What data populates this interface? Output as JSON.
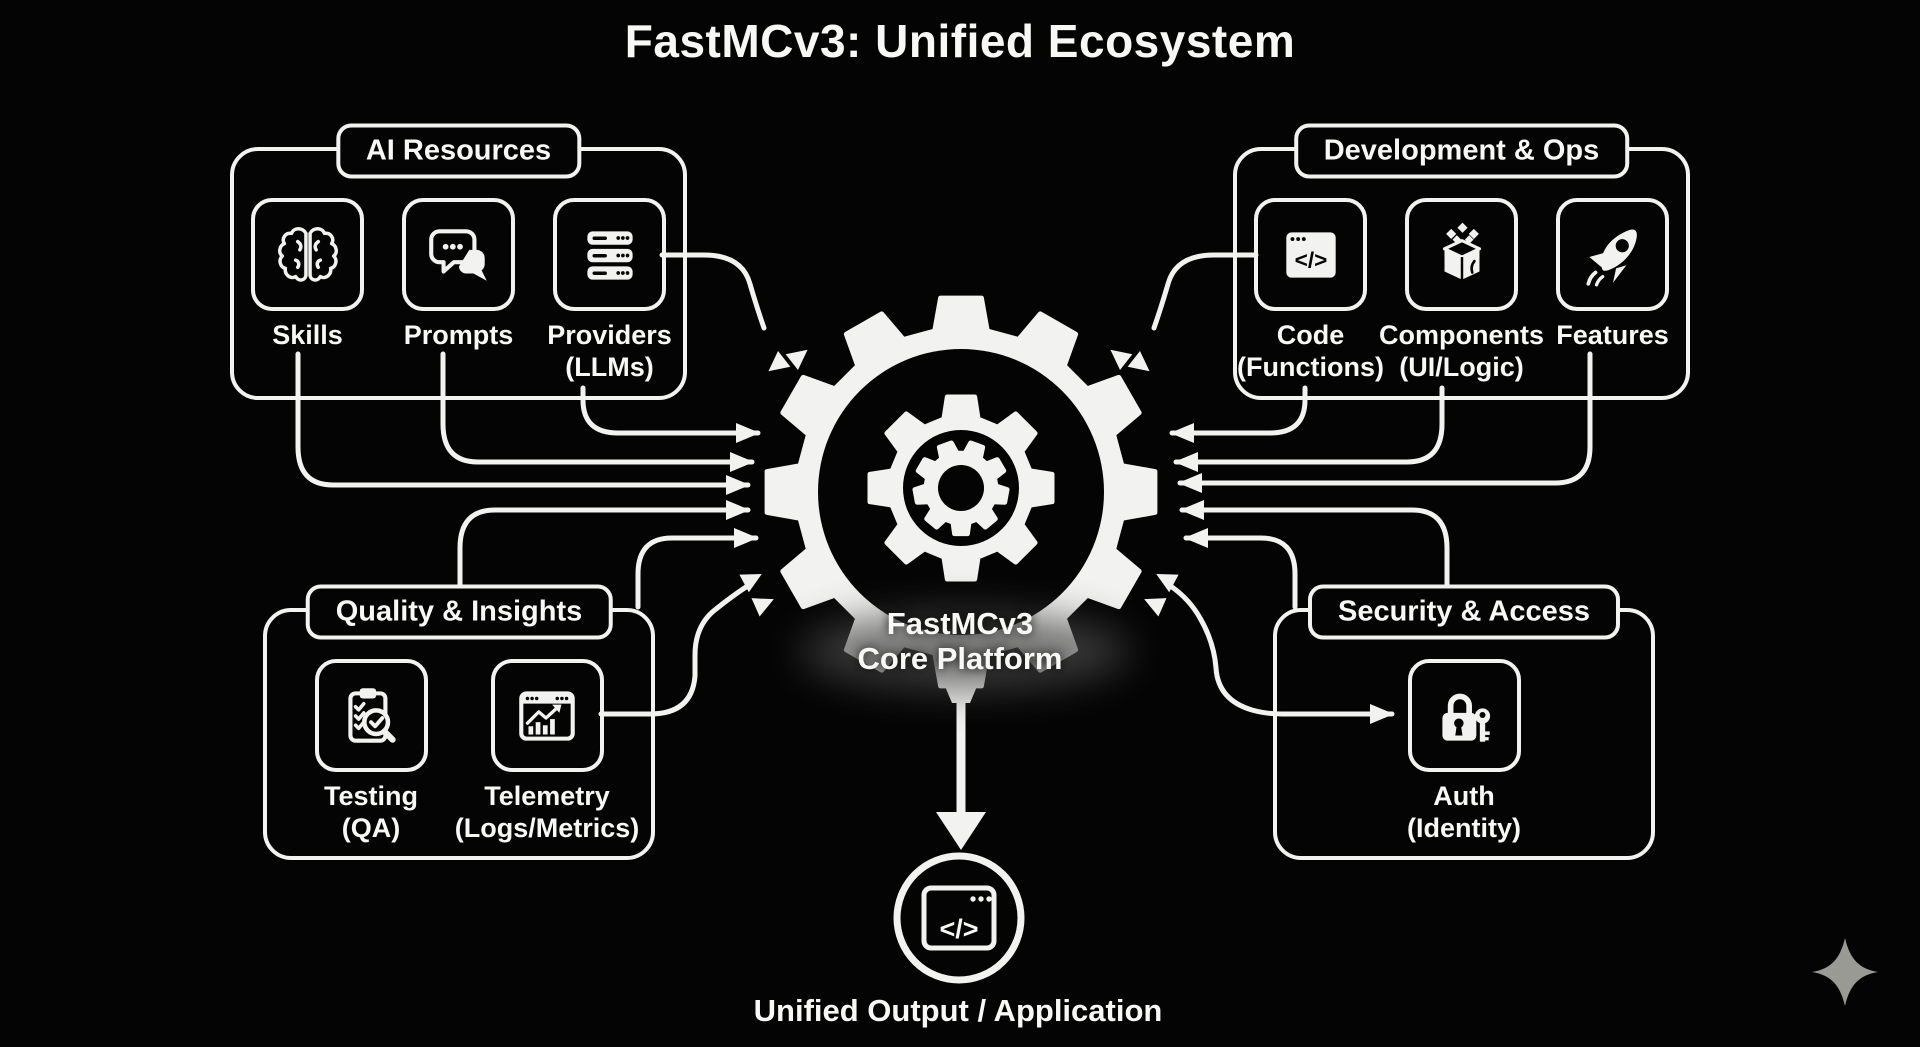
{
  "title": "FastMCv3: Unified Ecosystem",
  "groups": {
    "ai": {
      "label": "AI Resources",
      "items": [
        {
          "label": "Skills",
          "label2": "",
          "icon": "brain-icon"
        },
        {
          "label": "Prompts",
          "label2": "",
          "icon": "chat-bubbles-icon"
        },
        {
          "label": "Providers",
          "label2": "(LLMs)",
          "icon": "server-stack-icon"
        }
      ]
    },
    "dev": {
      "label": "Development & Ops",
      "items": [
        {
          "label": "Code",
          "label2": "(Functions)",
          "icon": "code-window-icon"
        },
        {
          "label": "Components",
          "label2": "(UI/Logic)",
          "icon": "component-cube-icon"
        },
        {
          "label": "Features",
          "label2": "",
          "icon": "rocket-icon"
        }
      ]
    },
    "qa": {
      "label": "Quality & Insights",
      "items": [
        {
          "label": "Testing",
          "label2": "(QA)",
          "icon": "clipboard-check-icon"
        },
        {
          "label": "Telemetry",
          "label2": "(Logs/Metrics)",
          "icon": "chart-window-icon"
        }
      ]
    },
    "sec": {
      "label": "Security & Access",
      "items": [
        {
          "label": "Auth",
          "label2": "(Identity)",
          "icon": "lock-key-icon"
        }
      ]
    }
  },
  "core": {
    "line1": "FastMCv3",
    "line2": "Core Platform"
  },
  "output": {
    "label": "Unified Output / Application",
    "icon": "code-window-icon"
  },
  "colors": {
    "background": "#040404",
    "line": "#f2f2f0",
    "text": "#f8f8f6",
    "sparkle": "#9a9a94"
  }
}
